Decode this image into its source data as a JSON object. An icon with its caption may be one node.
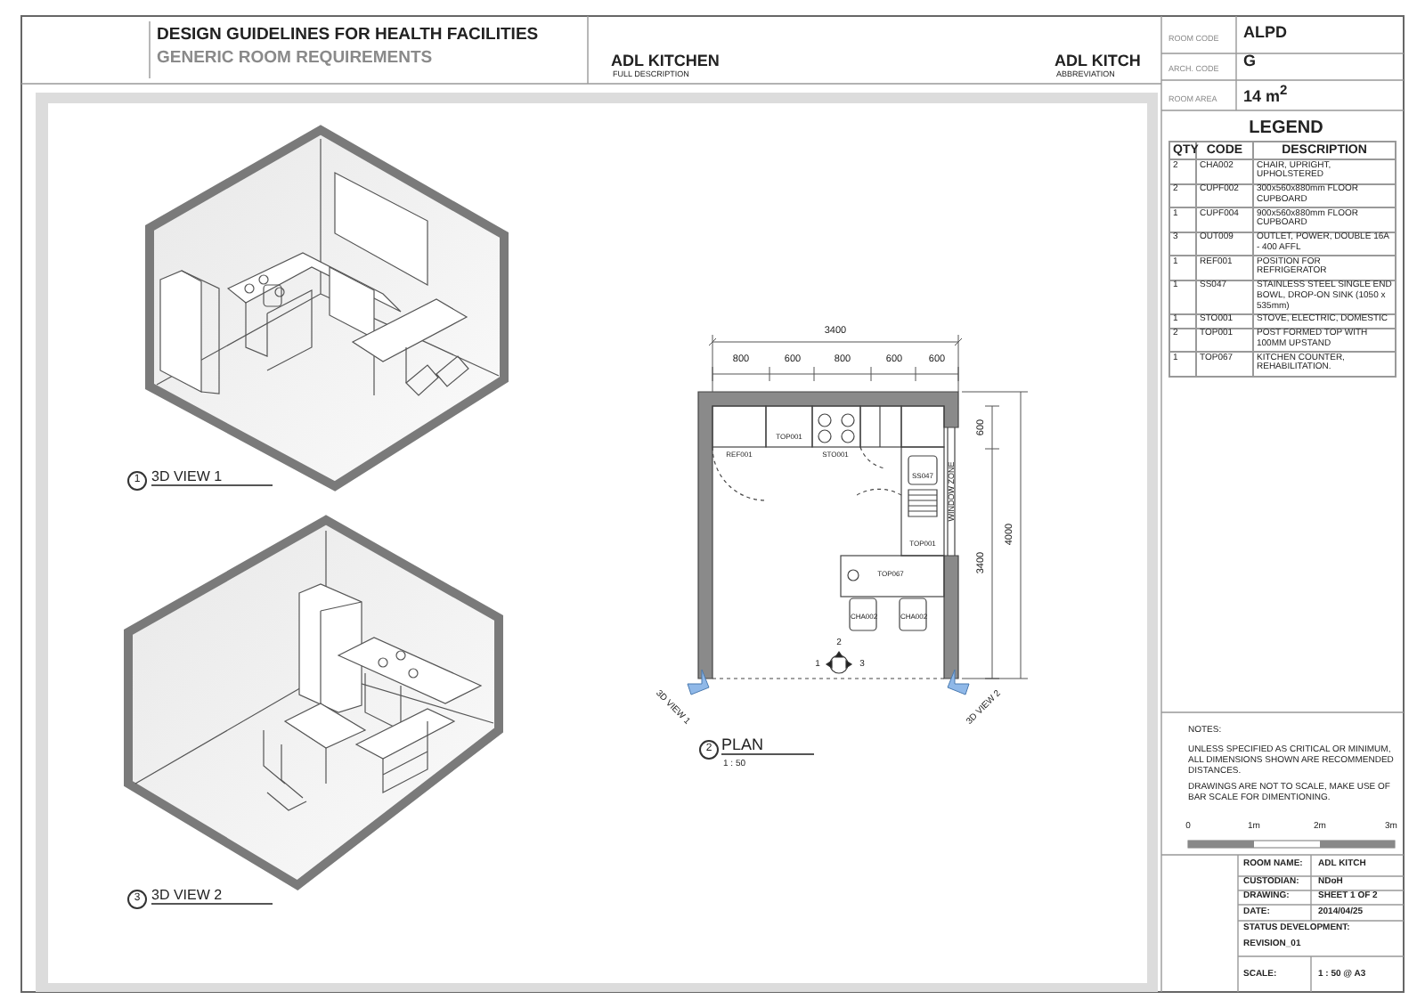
{
  "diagram": {
    "title": "DESIGN GUIDELINES FOR HEALTH FACILITIES",
    "labels": [
      "GENERIC ROOM REQUIREMENTS",
      "ADL KITCHEN",
      "FULL DESCRIPTION",
      "ADL KITCH",
      "ABBREVIATION",
      "ROOM CODE",
      "ALPD",
      "ARCH. CODE",
      "G",
      "ROOM AREA",
      "14 m$^{2}$",
      "LEGEND",
      "QTY",
      "CODE",
      "DESCRIPTION",
      "2",
      "CHA002",
      "CHAIR, UPRIGHT, UPHOLSTERED",
      "2",
      "CUPF002",
      "300x560x880mm FLOOR CUPBOARD",
      "1",
      "CUPF004",
      "900x560x880mm FLOOR CUPBOARD",
      "3",
      "OUT009",
      "OUTLET, POWER, DOUBLE 16A - 400 AFFL",
      "1",
      "REF001",
      "POSITION FOR REFRIGERATOR",
      "1",
      "SS047",
      "STAINLESS STEEL SINGLE END BOWL, DROP-ON SINK (1050 x 535mm)",
      "1",
      "STO001",
      "STOVE, ELECTRIC, DOMESTIC",
      "2",
      "TOP001",
      "POST FORMED TOP WITH 100MM UPSTAND",
      "1",
      "TOP067",
      "KITCHEN COUNTER, REHABILITATION.",
      "3400",
      "800",
      "600",
      "800",
      "600",
      "600",
      "600",
      "3400",
      "4000",
      "REF001",
      "TOP001",
      "STO001",
      "SS047",
      "WINDOW ZONE",
      "TOP001",
      "TOP067",
      "CHA002",
      "CHA002",
      "2",
      "1",
      "3",
      "3D VIEW 1",
      "3D VIEW 2",
      "2",
      "PLAN",
      "1 : 50",
      "1",
      "3D VIEW 1",
      "3",
      "3D VIEW 2",
      "NOTES:",
      "UNLESS SPECIFIED AS CRITICAL OR MINIMUM, ALL DIMENSIONS SHOWN ARE RECOMMENDED DISTANCES.",
      "DRAWINGS ARE NOT TO SCALE, MAKE USE OF BAR SCALE FOR DIMENTIONING.",
      "0",
      "1m",
      "2m",
      "3m",
      "ROOM NAME:",
      "ADL KITCH",
      "CUSTODIAN:",
      "NDoH",
      "DRAWING:",
      "SHEET 1 OF 2",
      "DATE:",
      "2014/04/25",
      "STATUS DEVELOPMENT:",
      "REVISION_01",
      "SCALE:",
      "1 : 50 @ A3"
    ]
  }
}
